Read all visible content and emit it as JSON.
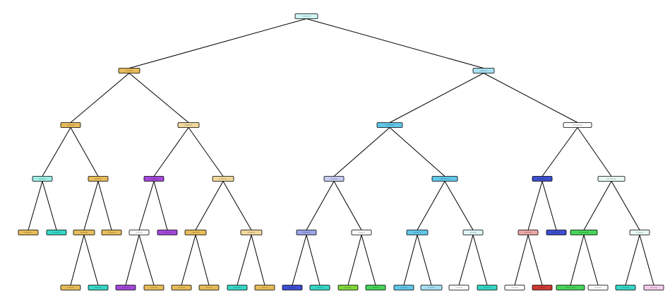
{
  "diagram": {
    "type": "decision-tree",
    "node_text_legible": false,
    "colors": {
      "root": "#cff4f4",
      "sand": "#e6bb5a",
      "sand_light": "#f0d79b",
      "teal": "#37d6c4",
      "teal_light": "#9eeee4",
      "sky": "#62c6e8",
      "sky_light": "#a8e0f2",
      "sky_pale": "#dff5fa",
      "purple": "#a348d8",
      "indigo": "#3d4fcf",
      "indigo_light": "#9aa3e6",
      "indigo_pale": "#c6ccf0",
      "green": "#47d35a",
      "green_light": "#7fd63a",
      "salmon": "#eaa6a6",
      "red": "#cd3a32",
      "pink": "#f4cdea",
      "white": "#fdfdfd",
      "mint_pale": "#e9faf4"
    },
    "nodes": [
      {
        "id": "n0",
        "depth": 0,
        "parent": null,
        "color": "root"
      },
      {
        "id": "n1",
        "depth": 1,
        "parent": "n0",
        "color": "sand"
      },
      {
        "id": "n2",
        "depth": 1,
        "parent": "n0",
        "color": "sky_light"
      },
      {
        "id": "n3",
        "depth": 2,
        "parent": "n1",
        "color": "sand"
      },
      {
        "id": "n4",
        "depth": 2,
        "parent": "n1",
        "color": "sand_light"
      },
      {
        "id": "n5",
        "depth": 2,
        "parent": "n2",
        "color": "sky"
      },
      {
        "id": "n6",
        "depth": 2,
        "parent": "n2",
        "color": "white"
      },
      {
        "id": "n7",
        "depth": 3,
        "parent": "n3",
        "color": "teal_light"
      },
      {
        "id": "n8",
        "depth": 3,
        "parent": "n3",
        "color": "sand"
      },
      {
        "id": "n9",
        "depth": 3,
        "parent": "n4",
        "color": "purple"
      },
      {
        "id": "n10",
        "depth": 3,
        "parent": "n4",
        "color": "sand_light"
      },
      {
        "id": "n11",
        "depth": 3,
        "parent": "n5",
        "color": "indigo_pale"
      },
      {
        "id": "n12",
        "depth": 3,
        "parent": "n5",
        "color": "sky"
      },
      {
        "id": "n13",
        "depth": 3,
        "parent": "n6",
        "color": "indigo"
      },
      {
        "id": "n14",
        "depth": 3,
        "parent": "n6",
        "color": "mint_pale"
      },
      {
        "id": "n15",
        "depth": 4,
        "parent": "n7",
        "color": "sand"
      },
      {
        "id": "n16",
        "depth": 4,
        "parent": "n7",
        "color": "teal"
      },
      {
        "id": "n17",
        "depth": 4,
        "parent": "n8",
        "color": "sand"
      },
      {
        "id": "n18",
        "depth": 4,
        "parent": "n8",
        "color": "sand"
      },
      {
        "id": "n19",
        "depth": 4,
        "parent": "n9",
        "color": "white"
      },
      {
        "id": "n20",
        "depth": 4,
        "parent": "n9",
        "color": "purple"
      },
      {
        "id": "n21",
        "depth": 4,
        "parent": "n10",
        "color": "sand"
      },
      {
        "id": "n22",
        "depth": 4,
        "parent": "n10",
        "color": "sand_light"
      },
      {
        "id": "n23",
        "depth": 4,
        "parent": "n11",
        "color": "indigo_light"
      },
      {
        "id": "n24",
        "depth": 4,
        "parent": "n11",
        "color": "white"
      },
      {
        "id": "n25",
        "depth": 4,
        "parent": "n12",
        "color": "sky"
      },
      {
        "id": "n26",
        "depth": 4,
        "parent": "n12",
        "color": "sky_pale"
      },
      {
        "id": "n27",
        "depth": 4,
        "parent": "n13",
        "color": "salmon"
      },
      {
        "id": "n28",
        "depth": 4,
        "parent": "n13",
        "color": "indigo"
      },
      {
        "id": "n29",
        "depth": 4,
        "parent": "n14",
        "color": "green"
      },
      {
        "id": "n30",
        "depth": 4,
        "parent": "n14",
        "color": "mint_pale"
      },
      {
        "id": "n31",
        "depth": 5,
        "parent": "n17",
        "color": "sand"
      },
      {
        "id": "n32",
        "depth": 5,
        "parent": "n17",
        "color": "teal"
      },
      {
        "id": "n33",
        "depth": 5,
        "parent": "n19",
        "color": "purple"
      },
      {
        "id": "n34",
        "depth": 5,
        "parent": "n19",
        "color": "sand"
      },
      {
        "id": "n35",
        "depth": 5,
        "parent": "n21",
        "color": "sand"
      },
      {
        "id": "n36",
        "depth": 5,
        "parent": "n21",
        "color": "sand"
      },
      {
        "id": "n37",
        "depth": 5,
        "parent": "n22",
        "color": "teal"
      },
      {
        "id": "n38",
        "depth": 5,
        "parent": "n22",
        "color": "sand"
      },
      {
        "id": "n39",
        "depth": 5,
        "parent": "n23",
        "color": "indigo"
      },
      {
        "id": "n40",
        "depth": 5,
        "parent": "n23",
        "color": "teal"
      },
      {
        "id": "n41",
        "depth": 5,
        "parent": "n24",
        "color": "green_light"
      },
      {
        "id": "n42",
        "depth": 5,
        "parent": "n24",
        "color": "green"
      },
      {
        "id": "n43",
        "depth": 5,
        "parent": "n25",
        "color": "sky"
      },
      {
        "id": "n44",
        "depth": 5,
        "parent": "n25",
        "color": "sky_light"
      },
      {
        "id": "n45",
        "depth": 5,
        "parent": "n26",
        "color": "white"
      },
      {
        "id": "n46",
        "depth": 5,
        "parent": "n26",
        "color": "teal"
      },
      {
        "id": "n47",
        "depth": 5,
        "parent": "n27",
        "color": "white"
      },
      {
        "id": "n48",
        "depth": 5,
        "parent": "n27",
        "color": "red"
      },
      {
        "id": "n49",
        "depth": 5,
        "parent": "n29",
        "color": "green"
      },
      {
        "id": "n50",
        "depth": 5,
        "parent": "n29",
        "color": "white"
      },
      {
        "id": "n51",
        "depth": 5,
        "parent": "n30",
        "color": "teal"
      },
      {
        "id": "n52",
        "depth": 5,
        "parent": "n30",
        "color": "pink"
      }
    ]
  }
}
